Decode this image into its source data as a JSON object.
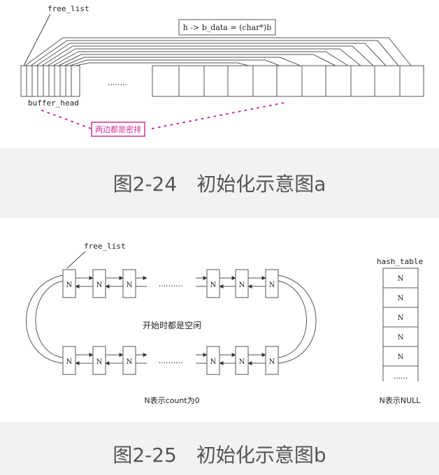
{
  "figure_a": {
    "free_list_label": "free_list",
    "formula": "h -> b_data = (char*)b",
    "ellipsis": "........",
    "buffer_head_label": "buffer_head",
    "callout": "两边都是密排",
    "caption": "图2-24　初始化示意图a"
  },
  "figure_b": {
    "free_list_label": "free_list",
    "node_label": "N",
    "ellipsis_top": "..........",
    "ellipsis_bottom": "..........",
    "center_text": "开始时都是空闲",
    "note": "N表示count为0",
    "hash_table_label": "hash_table",
    "hash_cells": [
      "N",
      "N",
      "N",
      "N",
      "N"
    ],
    "hash_ellipsis": "......",
    "hash_note": "N表示NULL",
    "caption": "图2-25　初始化示意图b"
  },
  "colors": {
    "callout": "#cc3399",
    "caption_band": "#f2f2f2",
    "caption_text": "#555555",
    "line": "#333333"
  }
}
